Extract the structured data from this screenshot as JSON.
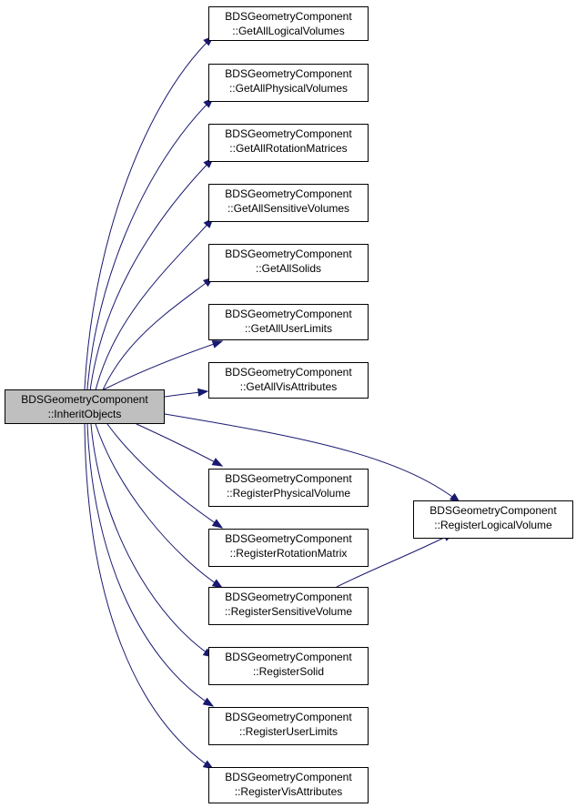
{
  "colors": {
    "edge": "#191970",
    "root_fill": "#bfbfbf",
    "node_fill": "#ffffff",
    "node_border": "#000000"
  },
  "nodes": {
    "root": {
      "line1": "BDSGeometryComponent",
      "line2": "::InheritObjects"
    },
    "get_all_logical_volumes": {
      "line1": "BDSGeometryComponent",
      "line2": "::GetAllLogicalVolumes"
    },
    "get_all_physical_volumes": {
      "line1": "BDSGeometryComponent",
      "line2": "::GetAllPhysicalVolumes"
    },
    "get_all_rotation_matrices": {
      "line1": "BDSGeometryComponent",
      "line2": "::GetAllRotationMatrices"
    },
    "get_all_sensitive_volumes": {
      "line1": "BDSGeometryComponent",
      "line2": "::GetAllSensitiveVolumes"
    },
    "get_all_solids": {
      "line1": "BDSGeometryComponent",
      "line2": "::GetAllSolids"
    },
    "get_all_user_limits": {
      "line1": "BDSGeometryComponent",
      "line2": "::GetAllUserLimits"
    },
    "get_all_vis_attributes": {
      "line1": "BDSGeometryComponent",
      "line2": "::GetAllVisAttributes"
    },
    "register_physical_volume": {
      "line1": "BDSGeometryComponent",
      "line2": "::RegisterPhysicalVolume"
    },
    "register_rotation_matrix": {
      "line1": "BDSGeometryComponent",
      "line2": "::RegisterRotationMatrix"
    },
    "register_sensitive_volume": {
      "line1": "BDSGeometryComponent",
      "line2": "::RegisterSensitiveVolume"
    },
    "register_solid": {
      "line1": "BDSGeometryComponent",
      "line2": "::RegisterSolid"
    },
    "register_user_limits": {
      "line1": "BDSGeometryComponent",
      "line2": "::RegisterUserLimits"
    },
    "register_vis_attributes": {
      "line1": "BDSGeometryComponent",
      "line2": "::RegisterVisAttributes"
    },
    "register_logical_volume": {
      "line1": "BDSGeometryComponent",
      "line2": "::RegisterLogicalVolume"
    }
  },
  "edges": [
    {
      "from": "root",
      "to": "get_all_logical_volumes"
    },
    {
      "from": "root",
      "to": "get_all_physical_volumes"
    },
    {
      "from": "root",
      "to": "get_all_rotation_matrices"
    },
    {
      "from": "root",
      "to": "get_all_sensitive_volumes"
    },
    {
      "from": "root",
      "to": "get_all_solids"
    },
    {
      "from": "root",
      "to": "get_all_user_limits"
    },
    {
      "from": "root",
      "to": "get_all_vis_attributes"
    },
    {
      "from": "root",
      "to": "register_logical_volume"
    },
    {
      "from": "root",
      "to": "register_physical_volume"
    },
    {
      "from": "root",
      "to": "register_rotation_matrix"
    },
    {
      "from": "root",
      "to": "register_sensitive_volume"
    },
    {
      "from": "root",
      "to": "register_solid"
    },
    {
      "from": "root",
      "to": "register_user_limits"
    },
    {
      "from": "root",
      "to": "register_vis_attributes"
    },
    {
      "from": "register_sensitive_volume",
      "to": "register_logical_volume"
    }
  ]
}
